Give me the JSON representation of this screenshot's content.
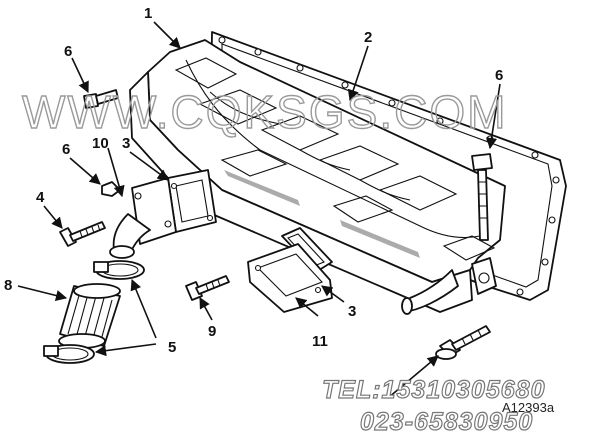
{
  "watermark": "WWW.CQKSGS.COM",
  "footer": {
    "tel": "TEL:15310305680",
    "phone": "023-65830950",
    "figure_code": "A12393a"
  },
  "callouts": {
    "c1": "1",
    "c2": "2",
    "c3a": "3",
    "c3b": "3",
    "c4": "4",
    "c5": "5",
    "c6a": "6",
    "c6b": "6",
    "c6c": "6",
    "c8": "8",
    "c9": "9",
    "c10": "10",
    "c11": "11"
  }
}
